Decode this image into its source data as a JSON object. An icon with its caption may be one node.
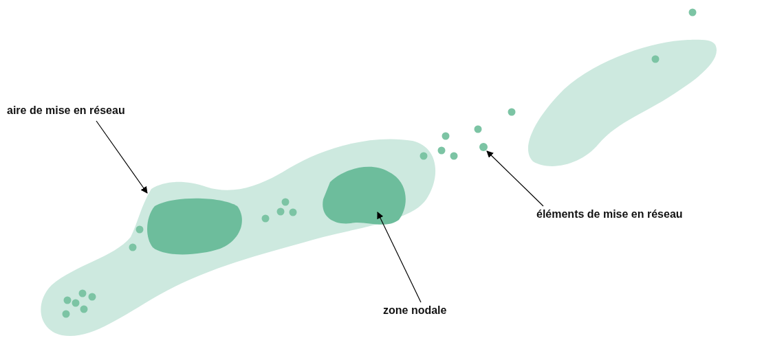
{
  "diagram": {
    "nodes": [
      {
        "text": [
          "aire de mise en réseau"
        ]
      },
      {
        "text": [],
        "shape": "picture"
      },
      {
        "text": [],
        "shape": "picture"
      },
      {
        "text": [],
        "shape": "picture",
        "in": 2
      },
      {
        "text": [],
        "shape": "picture",
        "in": 2
      },
      {
        "text": [],
        "shape": "circle"
      },
      {
        "text": [
          "éléments de mise en réseau"
        ]
      },
      {
        "text": [
          "zone nodale"
        ]
      }
    ],
    "edges": [
      {
        "from": 0,
        "to": 2,
        "arrow": "to"
      },
      {
        "from": 6,
        "to": 5,
        "arrow": "to"
      },
      {
        "from": 7,
        "to": 4,
        "arrow": "to"
      }
    ]
  }
}
